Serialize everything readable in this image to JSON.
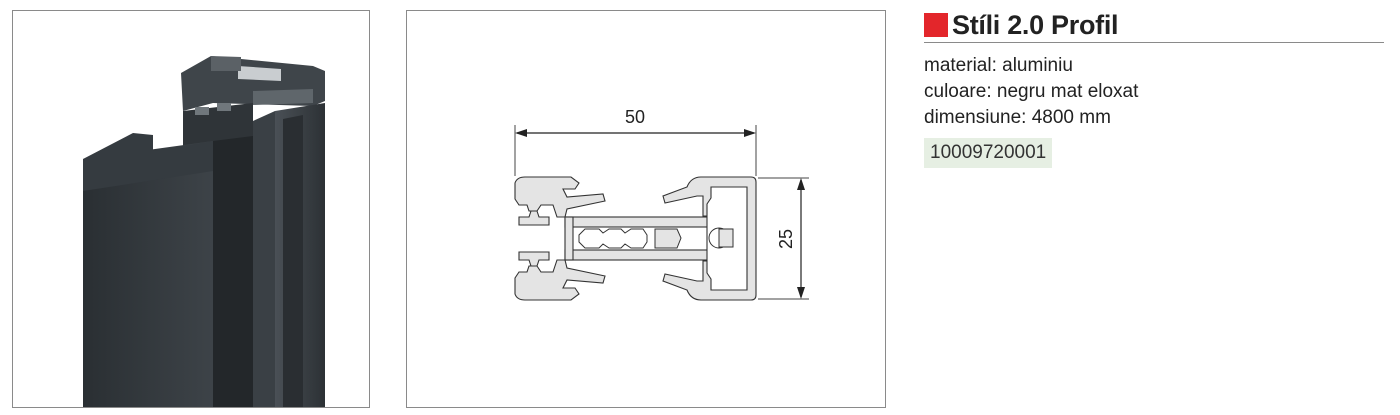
{
  "product": {
    "title": "Stíli 2.0 Profil",
    "specs": [
      "material: aluminiu",
      "culoare: negru mat eloxat",
      "dimensiune: 4800 mm"
    ],
    "code": "10009720001"
  },
  "drawing": {
    "width_dimension": "50",
    "height_dimension": "25"
  },
  "colors": {
    "marker": "#e3262b",
    "code_background": "#e6efe3",
    "profile": "#34393d"
  }
}
